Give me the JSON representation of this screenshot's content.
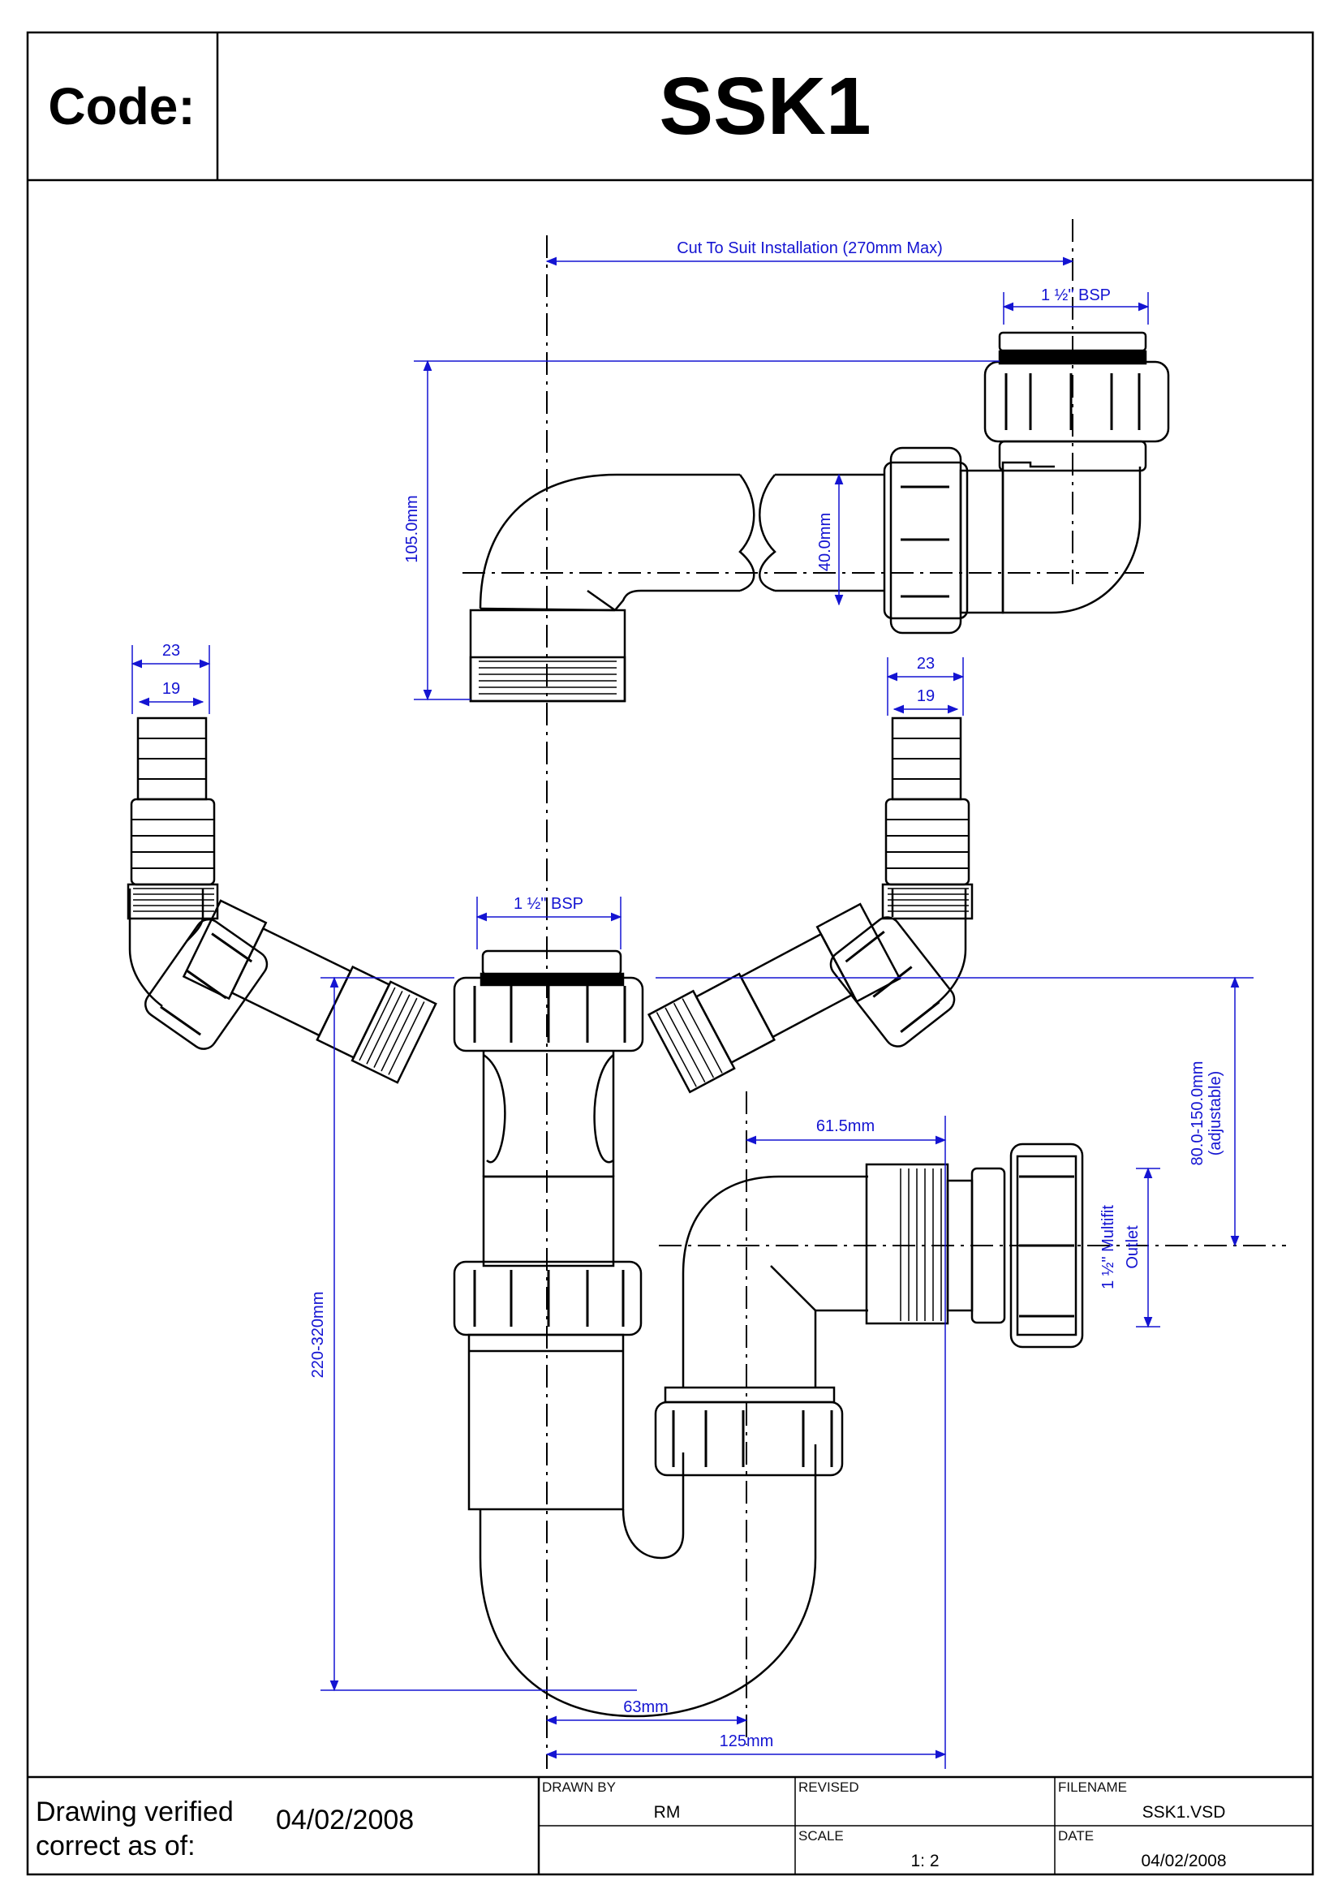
{
  "header": {
    "code_label": "Code:",
    "code_value": "SSK1"
  },
  "dimensions": {
    "cut_to_suit": "Cut To Suit Installation (270mm Max)",
    "bsp_top": "1 ½\" BSP",
    "h_105": "105.0mm",
    "d_40": "40.0mm",
    "left_23": "23",
    "left_19": "19",
    "right_23": "23",
    "right_19": "19",
    "bsp_mid": "1 ½\" BSP",
    "adjustable_1": "80.0-150.0mm",
    "adjustable_2": "(adjustable)",
    "d_61_5": "61.5mm",
    "outlet_1": "1 ½\" Multifit",
    "outlet_2": "Outlet",
    "h_220_320": "220-320mm",
    "d_63": "63mm",
    "d_125": "125mm"
  },
  "footer": {
    "verified_line1": "Drawing verified",
    "verified_line2": "correct as of:",
    "verified_date": "04/02/2008",
    "drawn_by_label": "DRAWN BY",
    "drawn_by_value": "RM",
    "revised_label": "REVISED",
    "revised_value": "",
    "filename_label": "FILENAME",
    "filename_value": "SSK1.VSD",
    "scale_label": "SCALE",
    "scale_value": "1: 2",
    "date_label": "DATE",
    "date_value": "04/02/2008"
  },
  "colors": {
    "outline": "#000000",
    "dimension": "#1414d2"
  }
}
